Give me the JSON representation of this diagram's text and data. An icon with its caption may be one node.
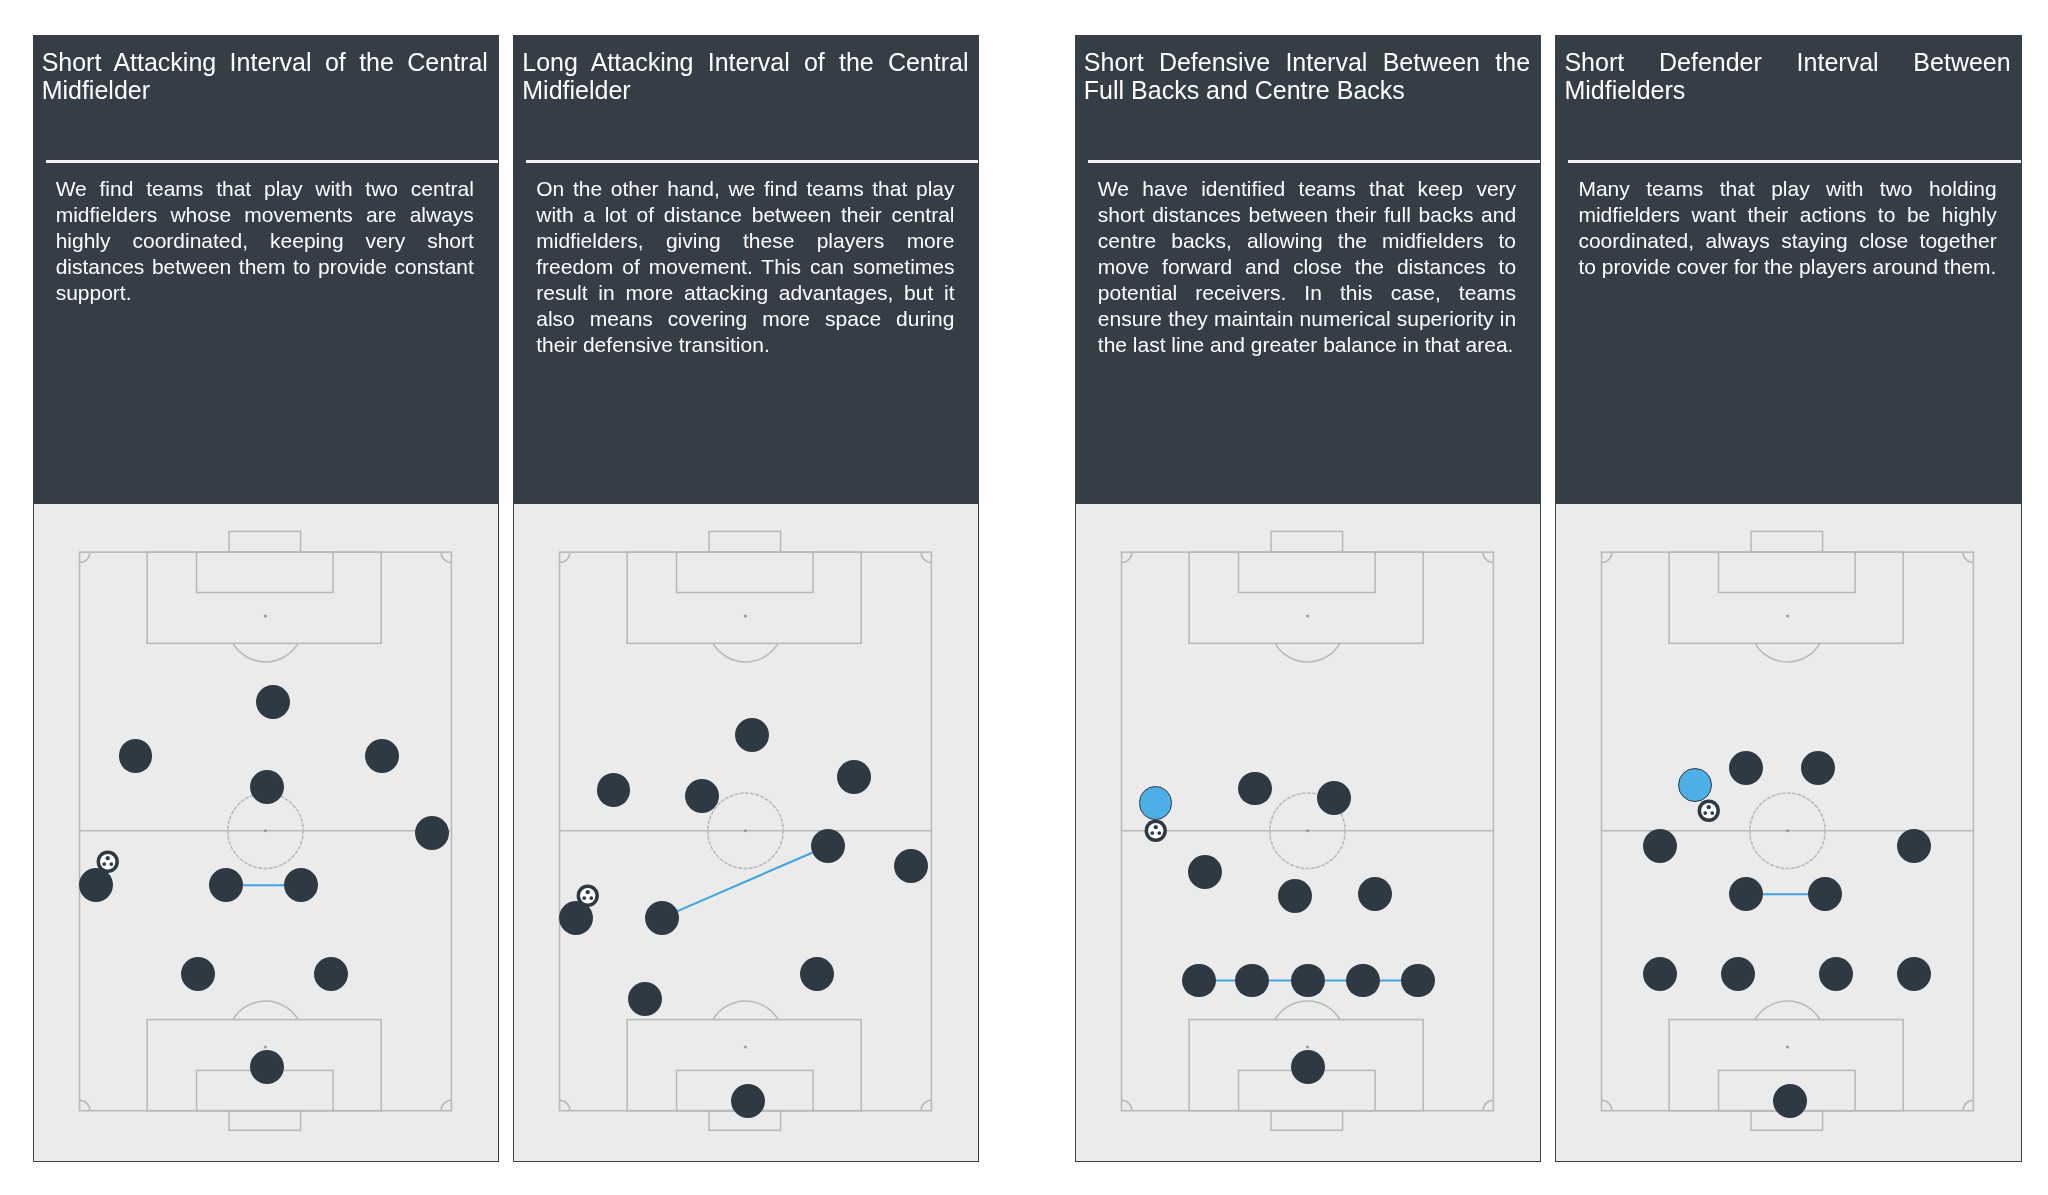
{
  "diagram": {
    "nodes": [
      {
        "text": [
          "Short Attacking Interval of the Central Midfielder",
          "We find teams that play with two central midfielders whose movements are always highly coordinated, keeping very short distances between them to provide constant support."
        ]
      },
      {
        "text": [
          "Long Attacking Interval of the Central Midfielder",
          "On the other hand, we find teams that play with a lot of distance between their central midfielders, giving these players more freedom of movement. This can sometimes result in more attacking advantages, but it also means covering more space during their defensive transition."
        ]
      },
      {
        "text": [
          "Short Defensive Interval Between the Full Backs and Centre Backs",
          "We have identified teams that keep very short distances between their full backs and centre backs, allowing the midfielders to move forward and close the distances to potential receivers. In this case, teams ensure they maintain numerical superiority in the last line and greater balance in that area."
        ]
      },
      {
        "text": [
          "Short Defender Interval Between Midfielders",
          "Many teams that play with two holding midfielders want their actions to be highly coordinated, always staying close together to provide cover for the players around them."
        ]
      },
      {
        "text": [],
        "shape": "circle",
        "in": 0
      },
      {
        "text": [],
        "shape": "circle",
        "in": 0
      },
      {
        "text": [],
        "shape": "circle",
        "in": 0
      },
      {
        "text": [],
        "shape": "circle",
        "in": 0
      },
      {
        "text": [],
        "shape": "circle",
        "in": 0
      },
      {
        "text": [],
        "shape": "circle",
        "in": 0
      },
      {
        "text": [],
        "shape": "circle",
        "in": 0
      },
      {
        "text": [],
        "shape": "circle",
        "in": 0
      },
      {
        "text": [],
        "shape": "circle",
        "in": 0
      },
      {
        "text": [],
        "shape": "circle",
        "in": 0
      },
      {
        "text": [],
        "shape": "circle",
        "in": 0
      },
      {
        "text": [],
        "shape": "circle",
        "in": 1
      },
      {
        "text": [],
        "shape": "circle",
        "in": 1
      },
      {
        "text": [],
        "shape": "circle",
        "in": 1
      },
      {
        "text": [],
        "shape": "circle",
        "in": 1
      },
      {
        "text": [],
        "shape": "circle",
        "in": 1
      },
      {
        "text": [],
        "shape": "circle",
        "in": 1
      },
      {
        "text": [],
        "shape": "circle",
        "in": 1
      },
      {
        "text": [],
        "shape": "circle",
        "in": 1
      },
      {
        "text": [],
        "shape": "circle",
        "in": 1
      },
      {
        "text": [],
        "shape": "circle",
        "in": 1
      },
      {
        "text": [],
        "shape": "circle",
        "in": 1
      },
      {
        "text": [],
        "shape": "circle",
        "in": 2
      },
      {
        "text": [],
        "shape": "circle",
        "in": 2
      },
      {
        "text": [],
        "shape": "circle",
        "in": 2
      },
      {
        "text": [],
        "shape": "circle",
        "in": 2
      },
      {
        "text": [],
        "shape": "circle",
        "in": 2
      },
      {
        "text": [],
        "shape": "circle",
        "in": 2
      },
      {
        "text": [],
        "shape": "circle",
        "in": 2
      },
      {
        "text": [],
        "shape": "circle",
        "in": 2
      },
      {
        "text": [],
        "shape": "circle",
        "in": 2
      },
      {
        "text": [],
        "shape": "circle",
        "in": 2
      },
      {
        "text": [],
        "shape": "circle",
        "in": 2
      },
      {
        "text": [],
        "shape": "circle",
        "in": 2
      },
      {
        "text": [],
        "shape": "circle",
        "in": 3
      },
      {
        "text": [],
        "shape": "circle",
        "in": 3
      },
      {
        "text": [],
        "shape": "circle",
        "in": 3
      },
      {
        "text": [],
        "shape": "circle",
        "in": 3
      },
      {
        "text": [],
        "shape": "circle",
        "in": 3
      },
      {
        "text": [],
        "shape": "circle",
        "in": 3
      },
      {
        "text": [],
        "shape": "circle",
        "in": 3
      },
      {
        "text": [],
        "shape": "circle",
        "in": 3
      },
      {
        "text": [],
        "shape": "circle",
        "in": 3
      },
      {
        "text": [],
        "shape": "circle",
        "in": 3
      },
      {
        "text": [],
        "shape": "circle",
        "in": 3
      },
      {
        "text": [],
        "shape": "circle",
        "in": 3
      }
    ],
    "edges": [
      {
        "from": 10,
        "to": 11,
        "arrow": "none"
      },
      {
        "from": 22,
        "to": 19,
        "arrow": "none"
      },
      {
        "from": 32,
        "to": 33,
        "arrow": "none"
      },
      {
        "from": 33,
        "to": 34,
        "arrow": "none"
      },
      {
        "from": 34,
        "to": 35,
        "arrow": "none"
      },
      {
        "from": 35,
        "to": 36,
        "arrow": "none"
      },
      {
        "from": 43,
        "to": 44,
        "arrow": "none"
      }
    ]
  }
}
